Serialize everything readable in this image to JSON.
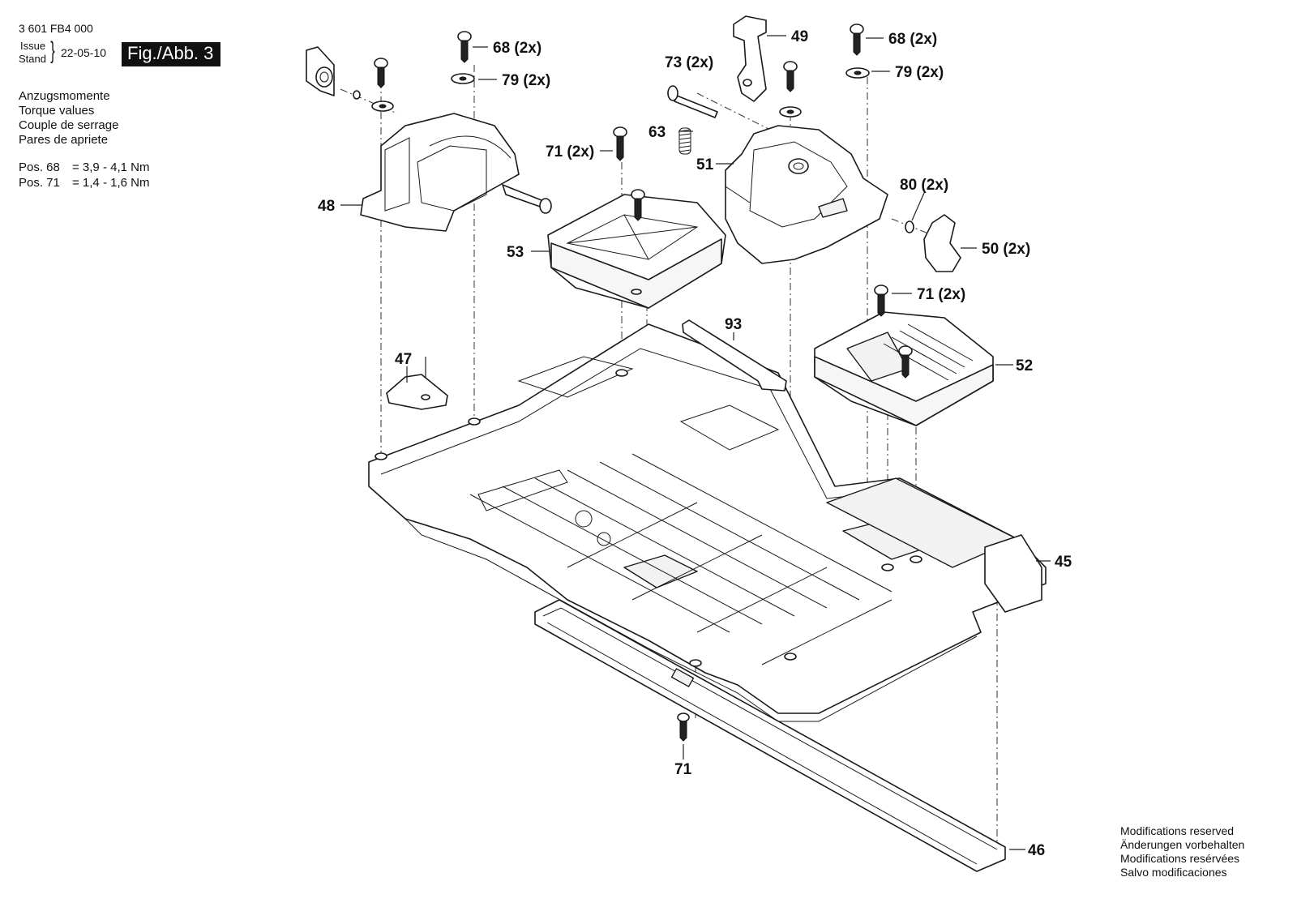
{
  "header": {
    "doc_number": "3 601 FB4 000",
    "issue_label": "Issue",
    "stand_label": "Stand",
    "issue_date": "22-05-10",
    "figure_badge": "Fig./Abb. 3"
  },
  "torque": {
    "lines": [
      "Anzugsmomente",
      "Torque values",
      "Couple de serrage",
      "Pares de apriete"
    ],
    "specs": [
      {
        "pos": "Pos. 68",
        "value": "= 3,9 - 4,1 Nm"
      },
      {
        "pos": "Pos. 71",
        "value": "= 1,4 - 1,6 Nm"
      }
    ]
  },
  "parts": {
    "p68a": "68 (2x)",
    "p79a": "79 (2x)",
    "p49": "49",
    "p68b": "68 (2x)",
    "p73": "73 (2x)",
    "p79b": "79 (2x)",
    "p63": "63",
    "p71a": "71 (2x)",
    "p51": "51",
    "p48": "48",
    "p80": "80 (2x)",
    "p50": "50 (2x)",
    "p53": "53",
    "p71b": "71 (2x)",
    "p93": "93",
    "p47": "47",
    "p52": "52",
    "p45": "45",
    "p71c": "71",
    "p46": "46"
  },
  "footer": {
    "notes": [
      "Modifications reserved",
      "Änderungen vorbehalten",
      "Modifications resérvées",
      "Salvo modificaciones"
    ]
  }
}
